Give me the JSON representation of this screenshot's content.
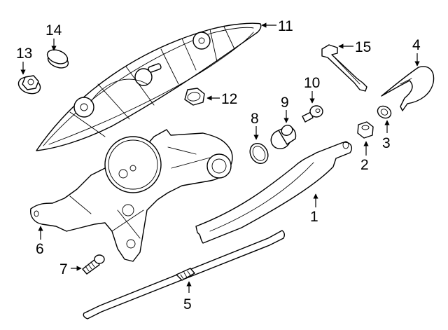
{
  "title": "Rear wiper system parts diagram",
  "colors": {
    "line": "#000000",
    "background": "#ffffff"
  },
  "callouts": [
    {
      "id": "1",
      "label": "1",
      "part": "wiper-arm"
    },
    {
      "id": "2",
      "label": "2",
      "part": "arm-nut"
    },
    {
      "id": "3",
      "label": "3",
      "part": "washer"
    },
    {
      "id": "4",
      "label": "4",
      "part": "arm-cover-cap"
    },
    {
      "id": "5",
      "label": "5",
      "part": "wiper-blade"
    },
    {
      "id": "6",
      "label": "6",
      "part": "wiper-motor"
    },
    {
      "id": "7",
      "label": "7",
      "part": "motor-bolt"
    },
    {
      "id": "8",
      "label": "8",
      "part": "seal-ring"
    },
    {
      "id": "9",
      "label": "9",
      "part": "grommet"
    },
    {
      "id": "10",
      "label": "10",
      "part": "bolt"
    },
    {
      "id": "11",
      "label": "11",
      "part": "spoiler-bracket"
    },
    {
      "id": "12",
      "label": "12",
      "part": "hex-nut"
    },
    {
      "id": "13",
      "label": "13",
      "part": "flange-nut"
    },
    {
      "id": "14",
      "label": "14",
      "part": "plug-cap"
    },
    {
      "id": "15",
      "label": "15",
      "part": "washer-nozzle-hose"
    }
  ]
}
